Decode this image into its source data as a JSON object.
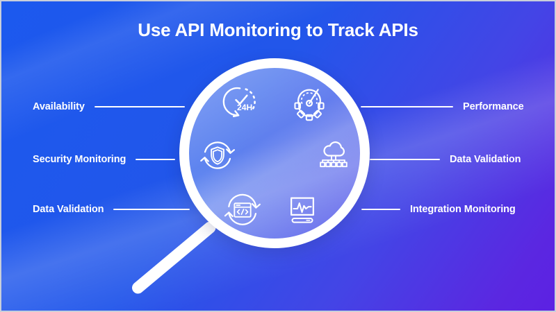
{
  "title": "Use API Monitoring to Track APIs",
  "left_items": [
    {
      "label": "Availability",
      "icon": "24h-availability-clock-icon"
    },
    {
      "label": "Security Monitoring",
      "icon": "security-shield-sync-icon"
    },
    {
      "label": "Data Validation",
      "icon": "api-window-sync-icon"
    }
  ],
  "right_items": [
    {
      "label": "Performance",
      "icon": "performance-gauge-gear-icon"
    },
    {
      "label": "Data Validation",
      "icon": "cloud-network-icon"
    },
    {
      "label": "Integration Monitoring",
      "icon": "monitor-waveform-icon"
    }
  ],
  "magnifier": {
    "clock_badge": "24H",
    "icons": [
      "24h-availability-clock-icon",
      "performance-gauge-gear-icon",
      "security-shield-sync-icon",
      "cloud-network-icon",
      "api-window-sync-icon",
      "monitor-waveform-icon"
    ]
  },
  "colors": {
    "background_blue": "#1c59ee",
    "background_purple": "#5c21e3",
    "text": "#ffffff",
    "line": "#ffffff",
    "lens_ring": "#ffffff"
  }
}
